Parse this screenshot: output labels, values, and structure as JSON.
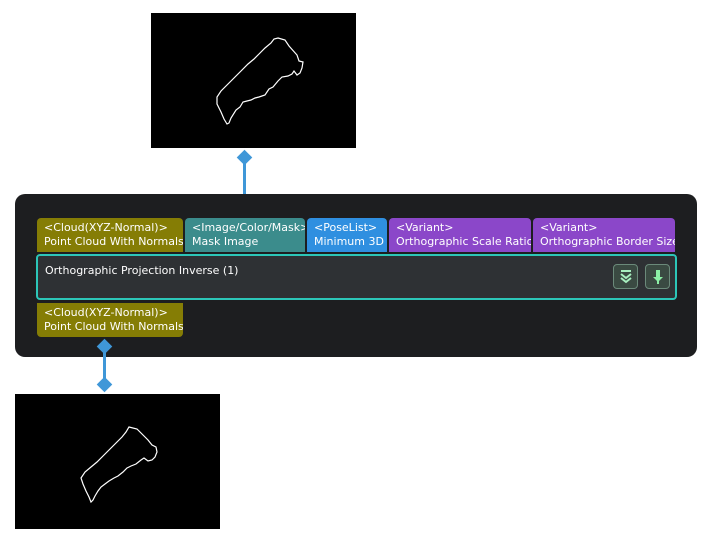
{
  "node": {
    "title": "Orthographic Projection Inverse (1)",
    "inputs": [
      {
        "type": "<Cloud(XYZ-Normal)>",
        "label": "Point Cloud With Normals",
        "color": "#857d05"
      },
      {
        "type": "<Image/Color/Mask>",
        "label": "Mask Image",
        "color": "#3b8c8c"
      },
      {
        "type": "<PoseList>",
        "label": "Minimum 3D",
        "color": "#2f8fe0"
      },
      {
        "type": "<Variant>",
        "label": "Orthographic Scale Ratio",
        "color": "#8b47c9"
      },
      {
        "type": "<Variant>",
        "label": "Orthographic Border Size",
        "color": "#8b47c9"
      }
    ],
    "outputs": [
      {
        "type": "<Cloud(XYZ-Normal)>",
        "label": "Point Cloud With Normals",
        "color": "#857d05"
      }
    ],
    "buttons": {
      "collapse_icon": "double-chevron-down-icon",
      "pin_icon": "pin-down-icon"
    },
    "accent_color": "#2cc6b8",
    "connector_color": "#3f97d8"
  }
}
